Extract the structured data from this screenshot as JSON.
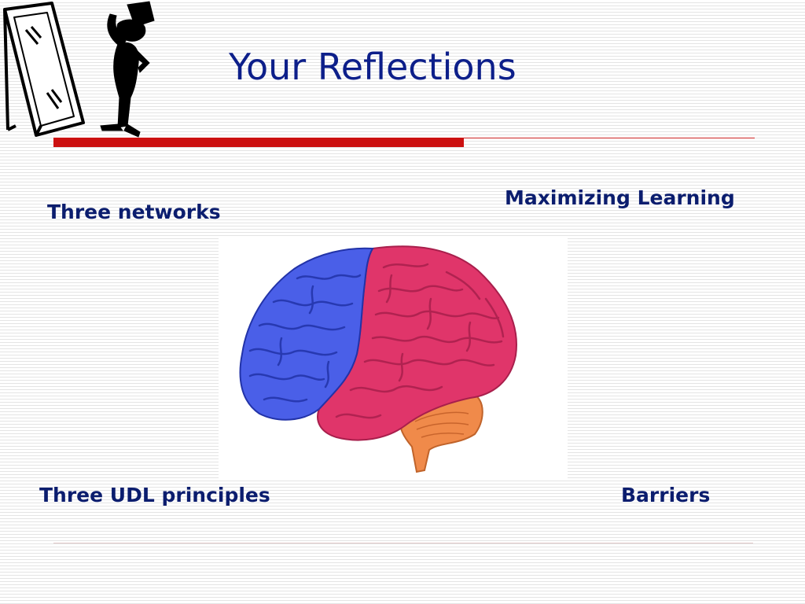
{
  "slide": {
    "title": "Your Reflections",
    "labels": {
      "networks": "Three networks",
      "maximizing": "Maximizing Learning",
      "udl": "Three UDL principles",
      "barriers": "Barriers"
    },
    "colors": {
      "title": "#0d1f8a",
      "labels": "#0b1d6e",
      "accent_rule": "#cc1111",
      "brain_blue": "#4a5fe8",
      "brain_pink": "#e0356a",
      "brain_orange": "#f08a4a"
    },
    "images": {
      "clipart": "mirror-and-figure-clipart",
      "brain": "brain-illustration"
    }
  }
}
